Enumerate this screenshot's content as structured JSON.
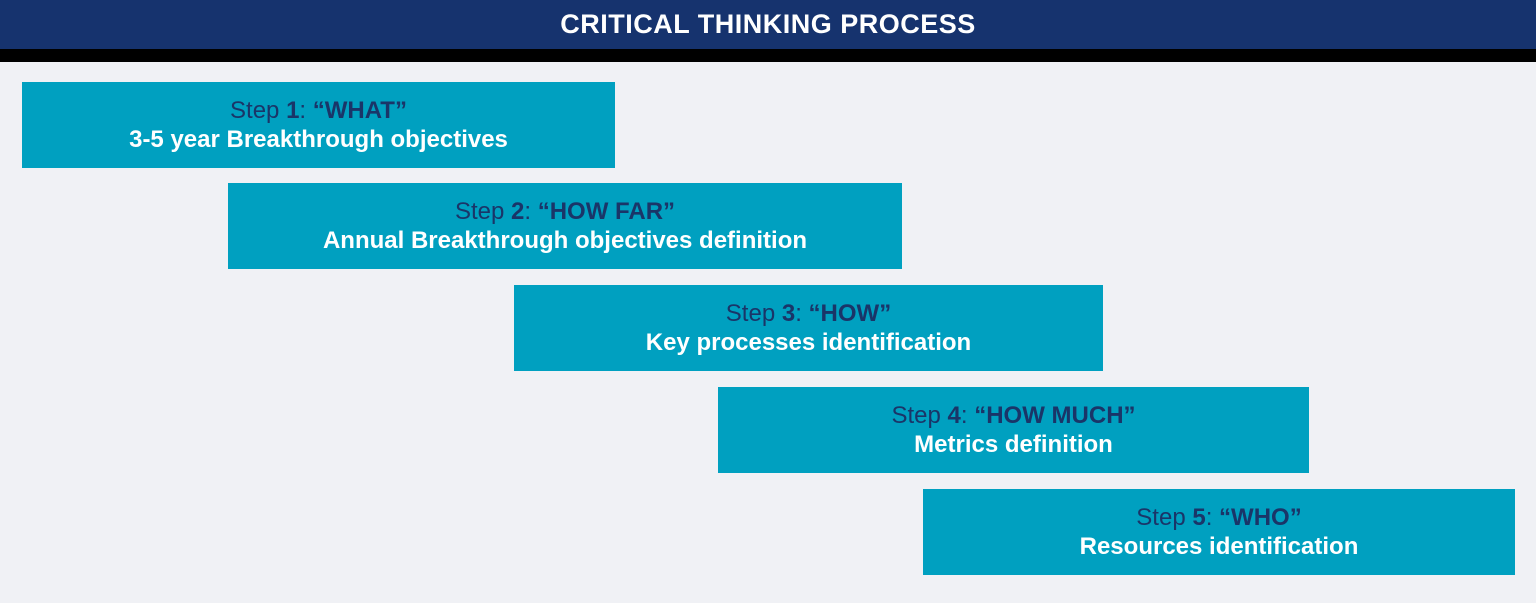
{
  "header": {
    "title": "CRITICAL THINKING PROCESS"
  },
  "steps": [
    {
      "step_word": "Step",
      "number": "1",
      "colon": ":",
      "keyword": "“WHAT”",
      "description": "3-5 year Breakthrough objectives"
    },
    {
      "step_word": "Step",
      "number": "2",
      "colon": ":",
      "keyword": "“HOW FAR”",
      "description": "Annual Breakthrough objectives definition"
    },
    {
      "step_word": "Step",
      "number": "3",
      "colon": ":",
      "keyword": "“HOW”",
      "description": "Key processes identification"
    },
    {
      "step_word": "Step",
      "number": "4",
      "colon": ":",
      "keyword": "“HOW MUCH”",
      "description": "Metrics definition"
    },
    {
      "step_word": "Step",
      "number": "5",
      "colon": ":",
      "keyword": "“WHO”",
      "description": "Resources identification"
    }
  ],
  "colors": {
    "header_bg": "#16336E",
    "divider": "#000000",
    "page_bg": "#F0F1F5",
    "step_bg": "#00A0C0",
    "step_title_text": "#1A3568",
    "step_desc_text": "#FFFFFF"
  }
}
